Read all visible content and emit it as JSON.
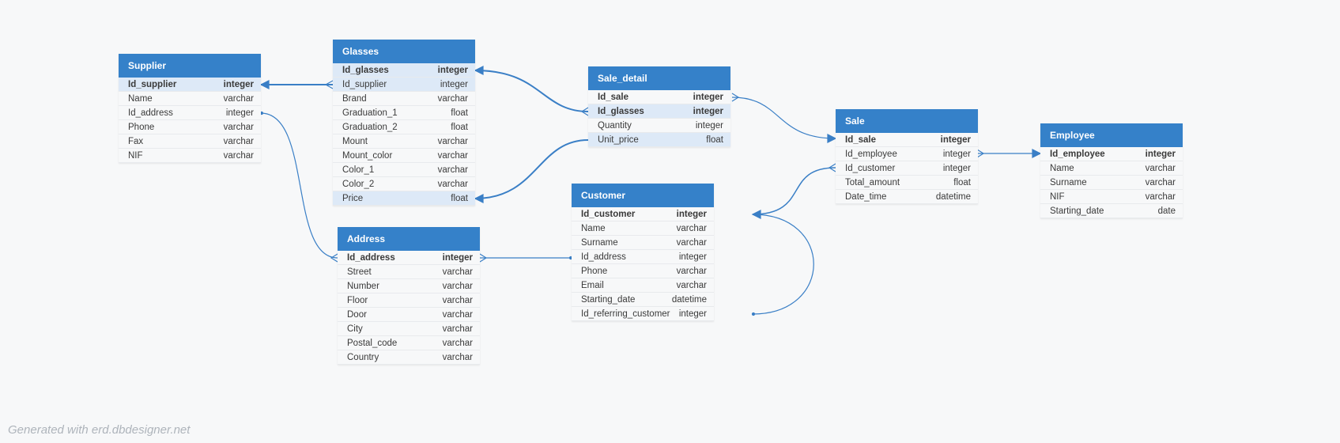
{
  "colors": {
    "header": "#3581c9",
    "link": "#3a7fc6",
    "highlight": "#dde9f7",
    "background": "#f7f8f9"
  },
  "tables": [
    {
      "id": "supplier",
      "name": "Supplier",
      "columns": [
        {
          "name": "Id_supplier",
          "type": "integer",
          "pk": true,
          "hl": true
        },
        {
          "name": "Name",
          "type": "varchar"
        },
        {
          "name": "Id_address",
          "type": "integer"
        },
        {
          "name": "Phone",
          "type": "varchar"
        },
        {
          "name": "Fax",
          "type": "varchar"
        },
        {
          "name": "NIF",
          "type": "varchar"
        }
      ]
    },
    {
      "id": "glasses",
      "name": "Glasses",
      "columns": [
        {
          "name": "Id_glasses",
          "type": "integer",
          "pk": true,
          "hl": true
        },
        {
          "name": "Id_supplier",
          "type": "integer",
          "hl": true
        },
        {
          "name": "Brand",
          "type": "varchar"
        },
        {
          "name": "Graduation_1",
          "type": "float"
        },
        {
          "name": "Graduation_2",
          "type": "float"
        },
        {
          "name": "Mount",
          "type": "varchar"
        },
        {
          "name": "Mount_color",
          "type": "varchar"
        },
        {
          "name": "Color_1",
          "type": "varchar"
        },
        {
          "name": "Color_2",
          "type": "varchar"
        },
        {
          "name": "Price",
          "type": "float",
          "hl": true
        }
      ]
    },
    {
      "id": "sale_detail",
      "name": "Sale_detail",
      "columns": [
        {
          "name": "Id_sale",
          "type": "integer",
          "pk": true
        },
        {
          "name": "Id_glasses",
          "type": "integer",
          "pk": true,
          "hl": true
        },
        {
          "name": "Quantity",
          "type": "integer"
        },
        {
          "name": "Unit_price",
          "type": "float",
          "hl": true
        }
      ]
    },
    {
      "id": "sale",
      "name": "Sale",
      "columns": [
        {
          "name": "Id_sale",
          "type": "integer",
          "pk": true
        },
        {
          "name": "Id_employee",
          "type": "integer"
        },
        {
          "name": "Id_customer",
          "type": "integer"
        },
        {
          "name": "Total_amount",
          "type": "float"
        },
        {
          "name": "Date_time",
          "type": "datetime"
        }
      ]
    },
    {
      "id": "employee",
      "name": "Employee",
      "columns": [
        {
          "name": "Id_employee",
          "type": "integer",
          "pk": true
        },
        {
          "name": "Name",
          "type": "varchar"
        },
        {
          "name": "Surname",
          "type": "varchar"
        },
        {
          "name": "NIF",
          "type": "varchar"
        },
        {
          "name": "Starting_date",
          "type": "date"
        }
      ]
    },
    {
      "id": "address",
      "name": "Address",
      "columns": [
        {
          "name": "Id_address",
          "type": "integer",
          "pk": true
        },
        {
          "name": "Street",
          "type": "varchar"
        },
        {
          "name": "Number",
          "type": "varchar"
        },
        {
          "name": "Floor",
          "type": "varchar"
        },
        {
          "name": "Door",
          "type": "varchar"
        },
        {
          "name": "City",
          "type": "varchar"
        },
        {
          "name": "Postal_code",
          "type": "varchar"
        },
        {
          "name": "Country",
          "type": "varchar"
        }
      ]
    },
    {
      "id": "customer",
      "name": "Customer",
      "columns": [
        {
          "name": "Id_customer",
          "type": "integer",
          "pk": true
        },
        {
          "name": "Name",
          "type": "varchar"
        },
        {
          "name": "Surname",
          "type": "varchar"
        },
        {
          "name": "Id_address",
          "type": "integer"
        },
        {
          "name": "Phone",
          "type": "varchar"
        },
        {
          "name": "Email",
          "type": "varchar"
        },
        {
          "name": "Starting_date",
          "type": "datetime"
        },
        {
          "name": "Id_referring_customer",
          "type": "integer"
        }
      ]
    }
  ],
  "relations": [
    {
      "from": "glasses.Id_supplier",
      "to": "supplier.Id_supplier"
    },
    {
      "from": "supplier.Id_address",
      "to": "address.Id_address"
    },
    {
      "from": "sale_detail.Id_glasses",
      "to": "glasses.Id_glasses"
    },
    {
      "from": "sale_detail.Unit_price",
      "to": "glasses.Price"
    },
    {
      "from": "sale_detail.Id_sale",
      "to": "sale.Id_sale"
    },
    {
      "from": "sale.Id_employee",
      "to": "employee.Id_employee"
    },
    {
      "from": "sale.Id_customer",
      "to": "customer.Id_customer"
    },
    {
      "from": "address.Id_address",
      "to": "customer.Id_address"
    },
    {
      "from": "customer.Id_referring_customer",
      "to": "customer.Id_customer"
    }
  ],
  "footer": {
    "text": "Generated with erd.dbdesigner.net"
  }
}
